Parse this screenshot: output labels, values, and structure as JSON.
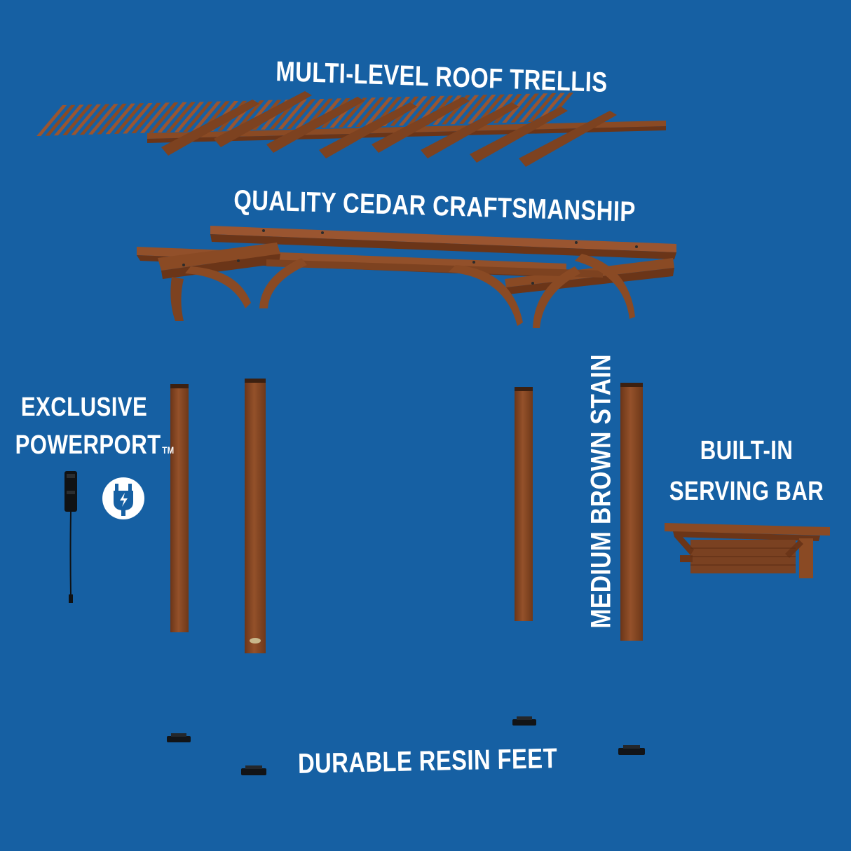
{
  "labels": {
    "roof_trellis": "MULTI-LEVEL ROOF TRELLIS",
    "cedar": "QUALITY CEDAR CRAFTSMANSHIP",
    "powerport_line1": "EXCLUSIVE",
    "powerport_line2": "POWERPORT",
    "powerport_tm": "TM",
    "stain": "MEDIUM BROWN STAIN",
    "serving_bar_line1": "BUILT-IN",
    "serving_bar_line2": "SERVING BAR",
    "resin_feet": "DURABLE RESIN FEET"
  },
  "colors": {
    "background": "#1660a3",
    "wood": "#8a4a24",
    "wood_dark": "#6b3518",
    "wood_light": "#a55e30",
    "resin": "#121417",
    "text": "#ffffff"
  },
  "icons": {
    "power": "power-plug-icon"
  }
}
